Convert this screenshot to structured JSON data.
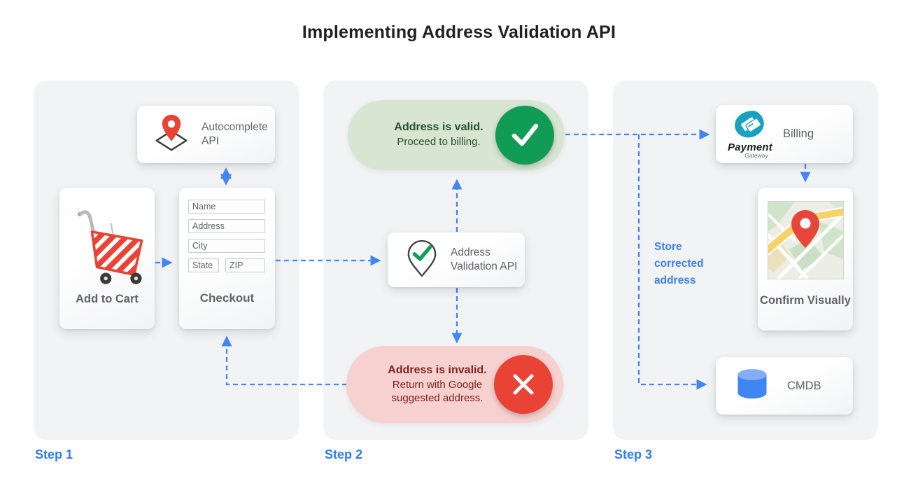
{
  "title": "Implementing Address Validation API",
  "colors": {
    "arrow_blue": "#4285f4",
    "step_label_blue": "#2e7cf0",
    "panel_gray": "#f1f3f4",
    "valid_bg": "#d7e5d2",
    "valid_circle": "#119c55",
    "valid_text": "#25512b",
    "invalid_bg": "#f6d1d0",
    "invalid_circle": "#e94335",
    "invalid_text": "#7e211d",
    "card_label_gray": "#5f6368",
    "cart_red": "#e94335",
    "payment_teal": "#17a2c0",
    "cmdb_blue": "#3f86f2"
  },
  "steps": {
    "step1": {
      "label": "Step 1",
      "autocomplete_card": {
        "label": "Autocomplete API",
        "icon": "map-pin-diamond-icon"
      },
      "add_to_cart_card": {
        "label": "Add to Cart",
        "icon": "shopping-cart-icon"
      },
      "checkout_card": {
        "label": "Checkout",
        "fields": [
          "Name",
          "Address",
          "City",
          "State",
          "ZIP"
        ]
      }
    },
    "step2": {
      "label": "Step 2",
      "valid_pill": {
        "title": "Address is valid.",
        "subtitle": "Proceed to billing.",
        "icon": "checkmark-icon"
      },
      "validation_api_card": {
        "label": "Address Validation API",
        "icon": "map-pin-check-icon"
      },
      "invalid_pill": {
        "title": "Address is invalid.",
        "subtitle": "Return with Google suggested address.",
        "icon": "x-icon"
      }
    },
    "step3": {
      "label": "Step 3",
      "billing_card": {
        "label": "Billing",
        "logo_title": "Payment",
        "logo_subtitle": "Gateway",
        "icon": "payment-gateway-logo"
      },
      "confirm_card": {
        "label": "Confirm Visually",
        "icon": "map-thumbnail"
      },
      "cmdb_card": {
        "label": "CMDB",
        "icon": "database-icon"
      },
      "store_note": "Store corrected address"
    }
  }
}
